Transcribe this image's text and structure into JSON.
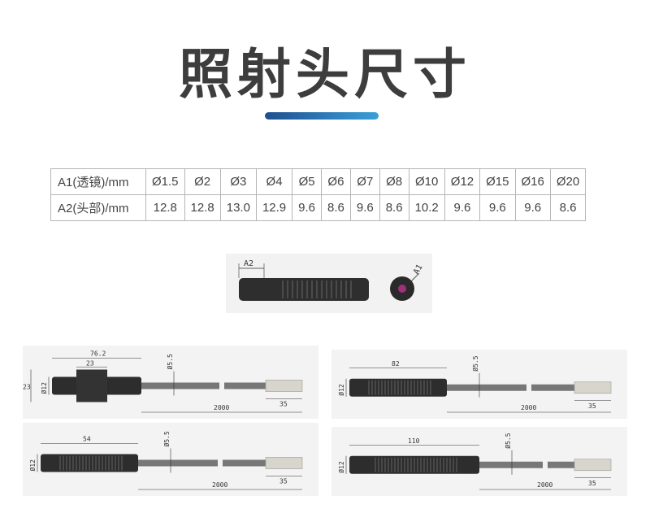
{
  "title": "照射头尺寸",
  "table": {
    "rows": [
      {
        "label": "A1(透镜)/mm",
        "cells": [
          "Ø1.5",
          "Ø2",
          "Ø3",
          "Ø4",
          "Ø5",
          "Ø6",
          "Ø7",
          "Ø8",
          "Ø10",
          "Ø12",
          "Ø15",
          "Ø16",
          "Ø20"
        ]
      },
      {
        "label": "A2(头部)/mm",
        "cells": [
          "12.8",
          "12.8",
          "13.0",
          "12.9",
          "9.6",
          "8.6",
          "9.6",
          "8.6",
          "10.2",
          "9.6",
          "9.6",
          "9.6",
          "8.6"
        ]
      }
    ]
  },
  "photo": {
    "a2": "A2",
    "a1": "A1"
  },
  "drawings": [
    {
      "len": "76.2",
      "inner": "23",
      "height": "23",
      "dia": "Ø12",
      "cable": "Ø5.5",
      "total": "2000",
      "conn": "35"
    },
    {
      "len": "82",
      "dia": "Ø12",
      "cable": "Ø5.5",
      "total": "2000",
      "conn": "35"
    },
    {
      "len": "54",
      "dia": "Ø12",
      "cable": "Ø5.5",
      "total": "2000",
      "conn": "35"
    },
    {
      "len": "110",
      "dia": "Ø12",
      "cable": "Ø5.5",
      "total": "2000",
      "conn": "35"
    }
  ]
}
